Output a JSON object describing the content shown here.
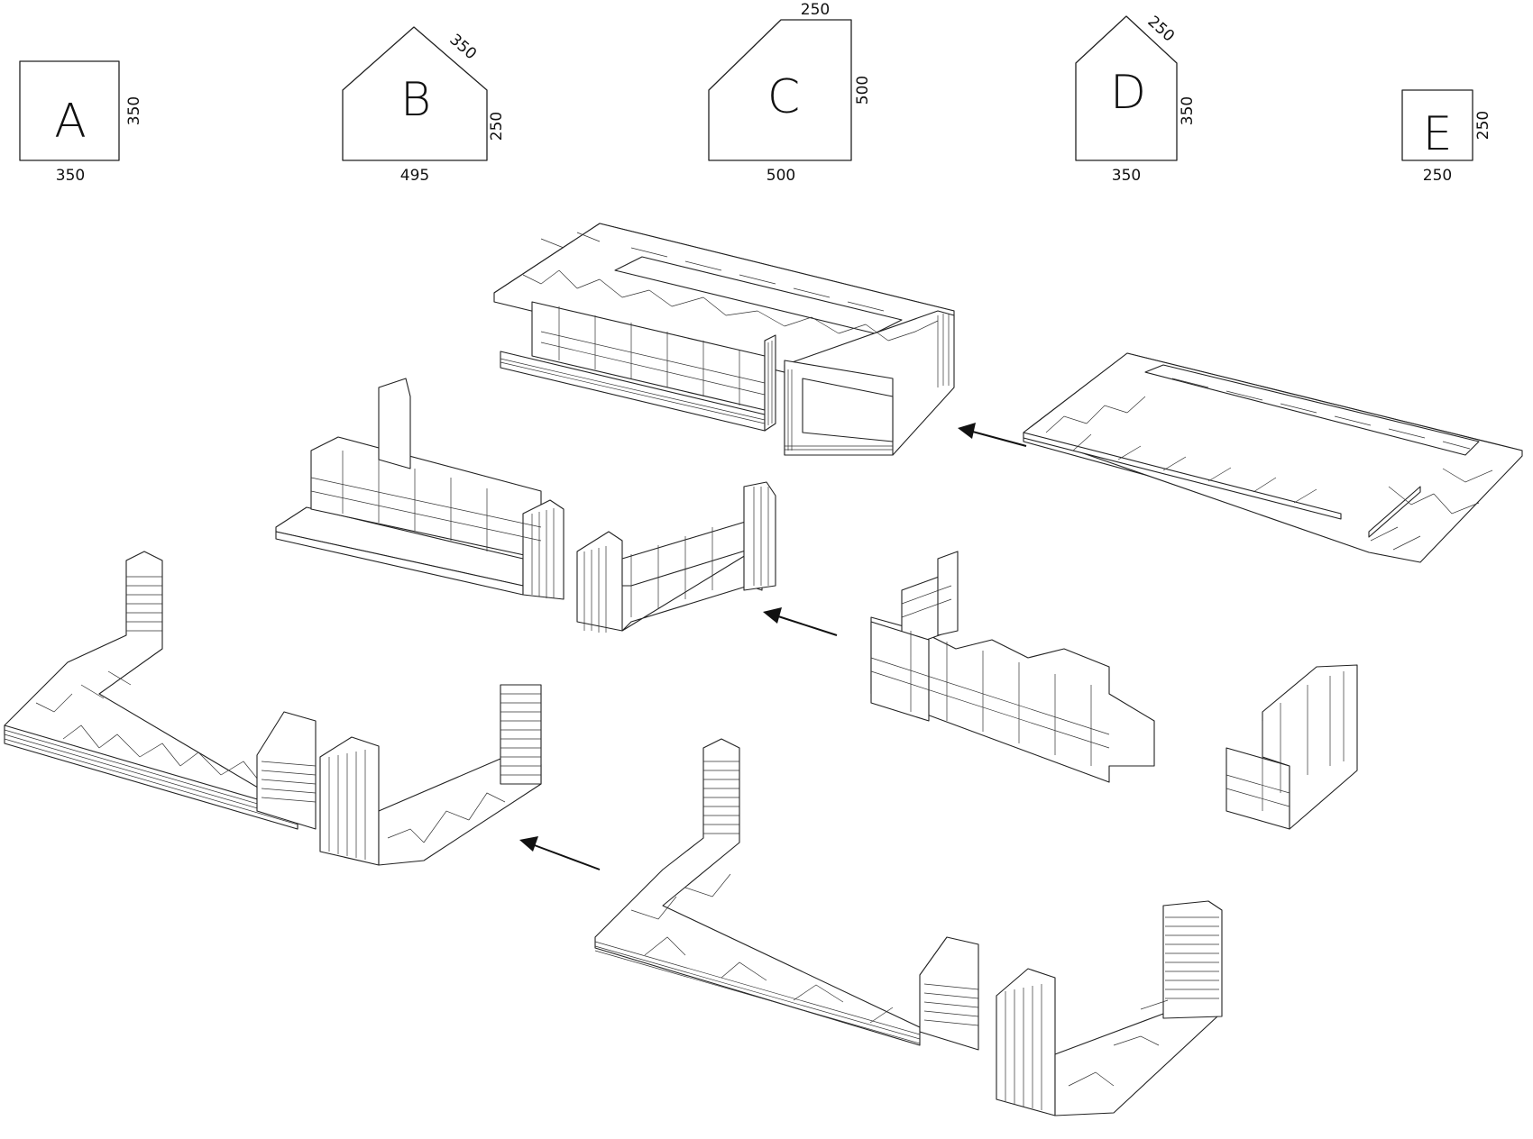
{
  "tiles": [
    {
      "letter": "A",
      "dims": [
        "350",
        "350"
      ]
    },
    {
      "letter": "B",
      "dims": [
        "350",
        "250",
        "495"
      ]
    },
    {
      "letter": "C",
      "dims": [
        "250",
        "500",
        "500"
      ]
    },
    {
      "letter": "D",
      "dims": [
        "250",
        "350",
        "350"
      ]
    },
    {
      "letter": "E",
      "dims": [
        "250",
        "250"
      ]
    }
  ],
  "colors": {
    "line": "#222222",
    "background": "#ffffff",
    "arrow": "#111111"
  },
  "assemblies": [
    {
      "id": "flat-rect-ring"
    },
    {
      "id": "raised-rect-ring"
    },
    {
      "id": "zigzag-wall-medium"
    },
    {
      "id": "stepped-wall-medium"
    },
    {
      "id": "zigzag-wall-large"
    },
    {
      "id": "stepped-wall-large"
    }
  ],
  "arrows": [
    {
      "id": "arrow-top"
    },
    {
      "id": "arrow-middle"
    },
    {
      "id": "arrow-bottom"
    }
  ]
}
